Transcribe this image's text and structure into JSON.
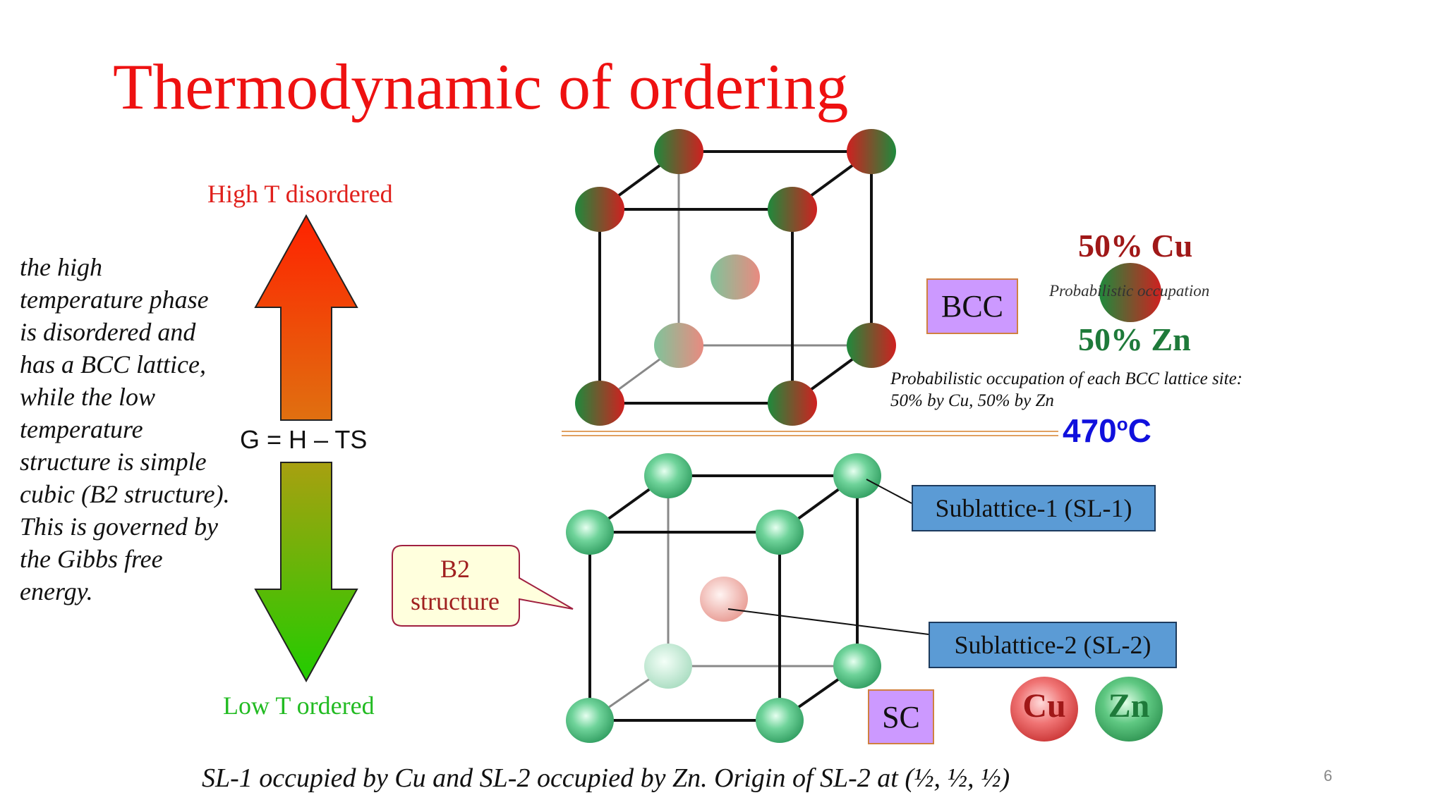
{
  "slide": {
    "title": "Thermodynamic of ordering",
    "description": "the high temperature phase is disordered and has a BCC lattice, while the low temperature structure is simple cubic (B2 structure). This is governed by the Gibbs free energy.",
    "page_number": "6"
  },
  "arrow": {
    "top_label": "High T disordered",
    "bottom_label": "Low T ordered",
    "equation": "G = H – TS"
  },
  "bcc": {
    "label": "BCC",
    "cu_fraction": "50% Cu",
    "zn_fraction": "50% Zn",
    "occupation_label": "Probabilistic occupation",
    "note_line1": "Probabilistic occupation of each BCC lattice site:",
    "note_line2": "50% by Cu, 50% by Zn"
  },
  "transition": {
    "temperature_value": "470",
    "temperature_degree": "o",
    "temperature_unit": "C"
  },
  "b2": {
    "callout_line1": "B2",
    "callout_line2": "structure",
    "sublattice1": "Sublattice-1 (SL-1)",
    "sublattice2": "Sublattice-2 (SL-2)",
    "sc_label": "SC"
  },
  "legend": {
    "cu": "Cu",
    "zn": "Zn"
  },
  "caption": "SL-1 occupied by Cu and SL-2 occupied by Zn. Origin of SL-2 at (½, ½, ½)",
  "colors": {
    "title": "#ee1111",
    "copper": "#c0201c",
    "zinc": "#1e8a40",
    "box_purple": "#cc99ff",
    "box_blue": "#5b9bd5",
    "temperature": "#1010dd"
  }
}
